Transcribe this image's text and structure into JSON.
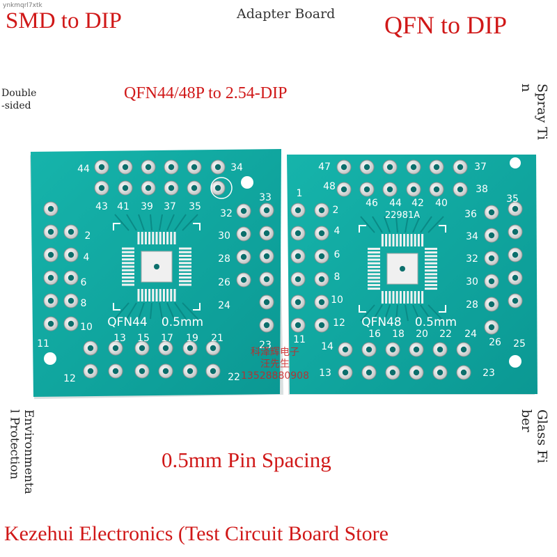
{
  "watermark": "ynkmqrl7xtk",
  "titles": {
    "smd_to_dip": "SMD to DIP",
    "adapter_board": "Adapter Board",
    "qfn_to_dip": "QFN to DIP",
    "subtitle": "QFN44/48P to 2.54-DIP"
  },
  "features": {
    "double_sided": "Double\n-sided",
    "spray_tin": "Spray Ti\nn",
    "environmental": "Environmenta\nl Protection",
    "glass_fiber": "Glass Fi\nber"
  },
  "pin_spacing": "0.5mm Pin Spacing",
  "store_name": "Kezehui Electronics (Test Circuit Board Store",
  "seller_stamp": {
    "name": "科泽辉电子",
    "person": "汪先生",
    "phone": "13528880908"
  },
  "boards": [
    {
      "model": "QFN44",
      "pitch": "0.5mm",
      "pin_labels": [
        "44",
        "34",
        "43",
        "41",
        "39",
        "37",
        "35",
        "33",
        "32",
        "30",
        "28",
        "26",
        "24",
        "2",
        "4",
        "6",
        "8",
        "10",
        "11",
        "12",
        "13",
        "15",
        "17",
        "19",
        "21",
        "22",
        "23"
      ]
    },
    {
      "model": "QFN48",
      "pitch": "0.5mm",
      "part_code": "22981A",
      "pin_labels": [
        "47",
        "37",
        "48",
        "46",
        "44",
        "42",
        "40",
        "38",
        "1",
        "2",
        "4",
        "6",
        "8",
        "10",
        "12",
        "11",
        "13",
        "14",
        "16",
        "18",
        "20",
        "22",
        "24",
        "23",
        "26",
        "25",
        "28",
        "30",
        "32",
        "34",
        "36",
        "35"
      ]
    }
  ],
  "colors": {
    "pcb": "#10a8a0",
    "pcb_dark": "#0a8a86",
    "silk": "#ffffff",
    "pad": "#e8e8e8",
    "red_text": "#d01818"
  }
}
